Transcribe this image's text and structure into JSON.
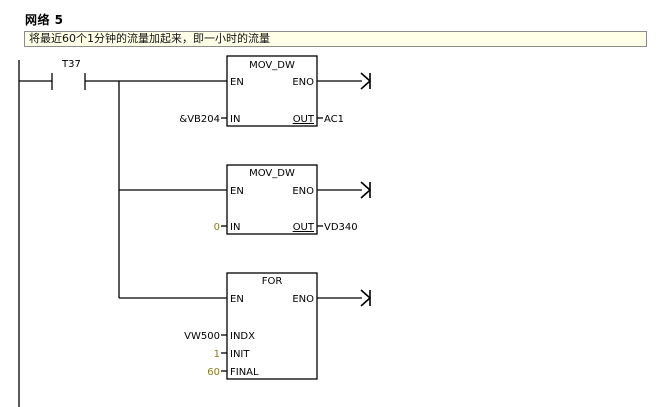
{
  "network": {
    "title": "网络 5",
    "comment": "将最近60个1分钟的流量加起来，即一小时的流量"
  },
  "contact": {
    "label": "T37"
  },
  "blocks": [
    {
      "name": "MOV_DW",
      "en": "EN",
      "eno": "ENO",
      "in_label": "IN",
      "out_label": "OUT",
      "in_operand": "&VB204",
      "out_operand": "AC1"
    },
    {
      "name": "MOV_DW",
      "en": "EN",
      "eno": "ENO",
      "in_label": "IN",
      "out_label": "OUT",
      "in_operand": "0",
      "out_operand": "VD340"
    },
    {
      "name": "FOR",
      "en": "EN",
      "eno": "ENO",
      "indx_label": "INDX",
      "init_label": "INIT",
      "final_label": "FINAL",
      "indx_operand": "VW500",
      "init_operand": "1",
      "final_operand": "60"
    }
  ],
  "colors": {
    "constant": "#8a7c1c",
    "comment_bg": "#ffffe8"
  }
}
